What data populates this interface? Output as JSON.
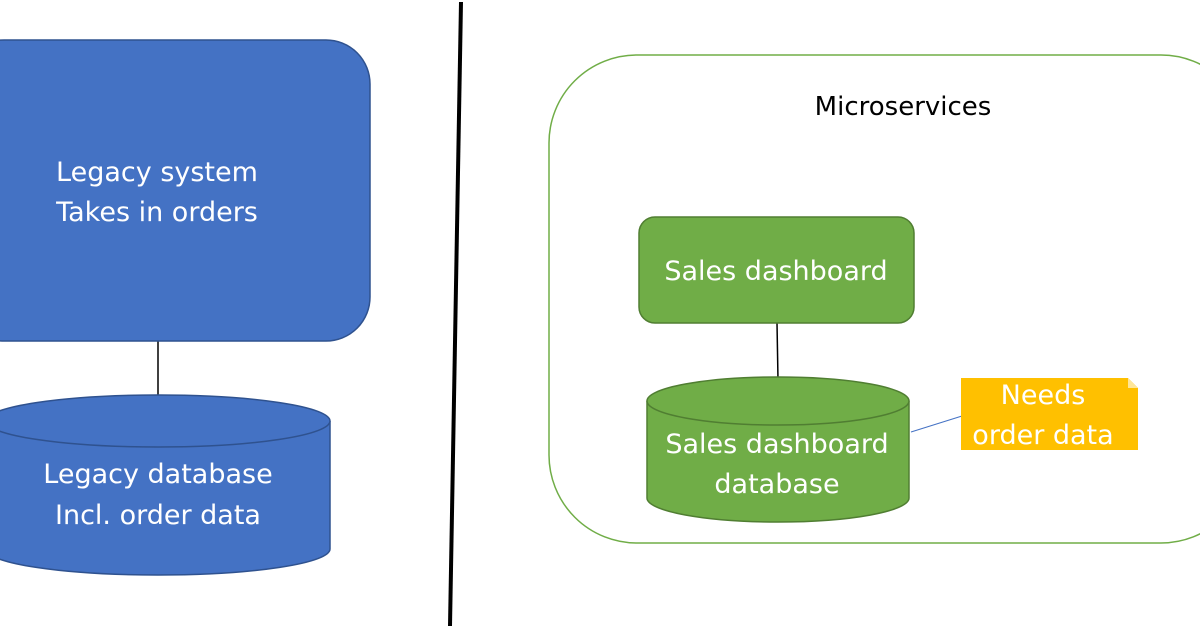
{
  "legacy": {
    "system": {
      "line1": "Legacy system",
      "line2": "Takes in orders"
    },
    "database": {
      "line1": "Legacy database",
      "line2": "Incl. order data"
    }
  },
  "microservices": {
    "title": "Microservices",
    "sales_dashboard": {
      "label": "Sales dashboard"
    },
    "sales_database": {
      "line1": "Sales dashboard",
      "line2": "database"
    },
    "note": {
      "line1": "Needs",
      "line2": "order data"
    }
  },
  "colors": {
    "legacy_fill": "#4472c4",
    "legacy_stroke": "#2f528f",
    "micro_fill": "#70ad47",
    "micro_stroke": "#507e32",
    "note_fill": "#ffc000",
    "container_stroke": "#70ad47",
    "connector": "#000000",
    "note_connector": "#4472c4"
  }
}
